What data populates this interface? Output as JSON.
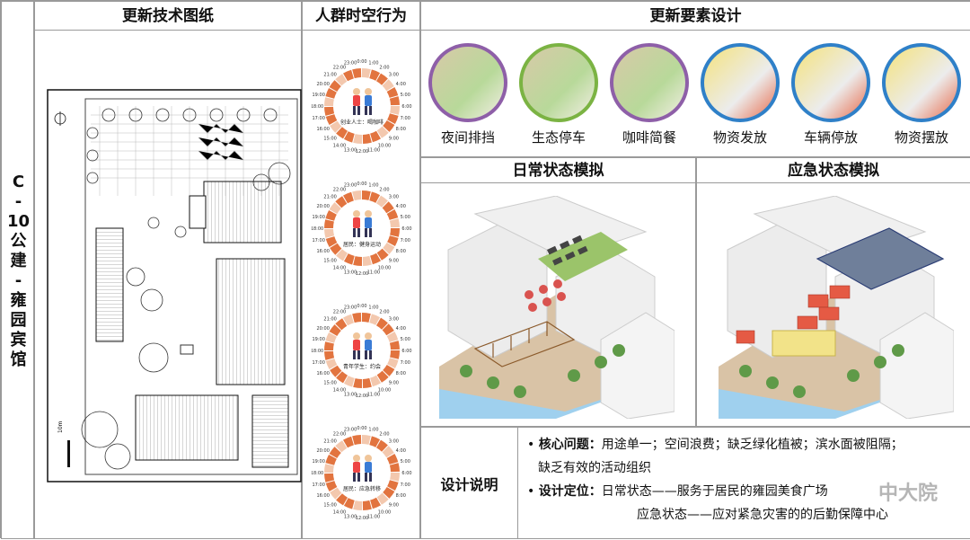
{
  "side_title": [
    "C",
    "-",
    "10",
    "公",
    "建",
    "-",
    "雍",
    "园",
    "宾",
    "馆"
  ],
  "headers": {
    "drawing": "更新技术图纸",
    "behavior": "人群时空行为",
    "elements": "更新要素设计",
    "daily": "日常状态模拟",
    "emergency": "应急状态模拟",
    "design_note": "设计说明"
  },
  "clock_ticks": [
    "0:00",
    "1:00",
    "2:00",
    "3:00",
    "4:00",
    "5:00",
    "6:00",
    "7:00",
    "8:00",
    "9:00",
    "10:00",
    "11:00",
    "12:00",
    "13:00",
    "14:00",
    "15:00",
    "16:00",
    "17:00",
    "18:00",
    "19:00",
    "20:00",
    "21:00",
    "22:00",
    "23:00"
  ],
  "behaviors": [
    {
      "caption": "创业人士：喝咖啡"
    },
    {
      "caption": "居民：健身运动"
    },
    {
      "caption": "青年学生：约会"
    },
    {
      "caption": "居民：应急转移"
    }
  ],
  "elements": [
    {
      "label": "夜间排挡",
      "ring_color": "#8e5fa8"
    },
    {
      "label": "生态停车",
      "ring_color": "#7bb343"
    },
    {
      "label": "咖啡简餐",
      "ring_color": "#8e5fa8"
    },
    {
      "label": "物资发放",
      "ring_color": "#2f80c8"
    },
    {
      "label": "车辆停放",
      "ring_color": "#2f80c8"
    },
    {
      "label": "物资摆放",
      "ring_color": "#2f80c8"
    }
  ],
  "notes": {
    "core_title": "核心问题：",
    "core_text": "用途单一；空间浪费；缺乏绿化植被；滨水面被阻隔；",
    "core_text2": "缺乏有效的活动组织",
    "position_title": "设计定位：",
    "position_daily": "日常状态——服务于居民的雍园美食广场",
    "position_emergency": "应急状态——应对紧急灾害的的后勤保障中心"
  },
  "watermark": "中大院",
  "scale_label": "10m",
  "colors": {
    "ring_orange": "#e2743f",
    "ring_light": "#f3c8ae",
    "emergency_red": "#e55a44",
    "daily_yellow": "#f2e389"
  }
}
